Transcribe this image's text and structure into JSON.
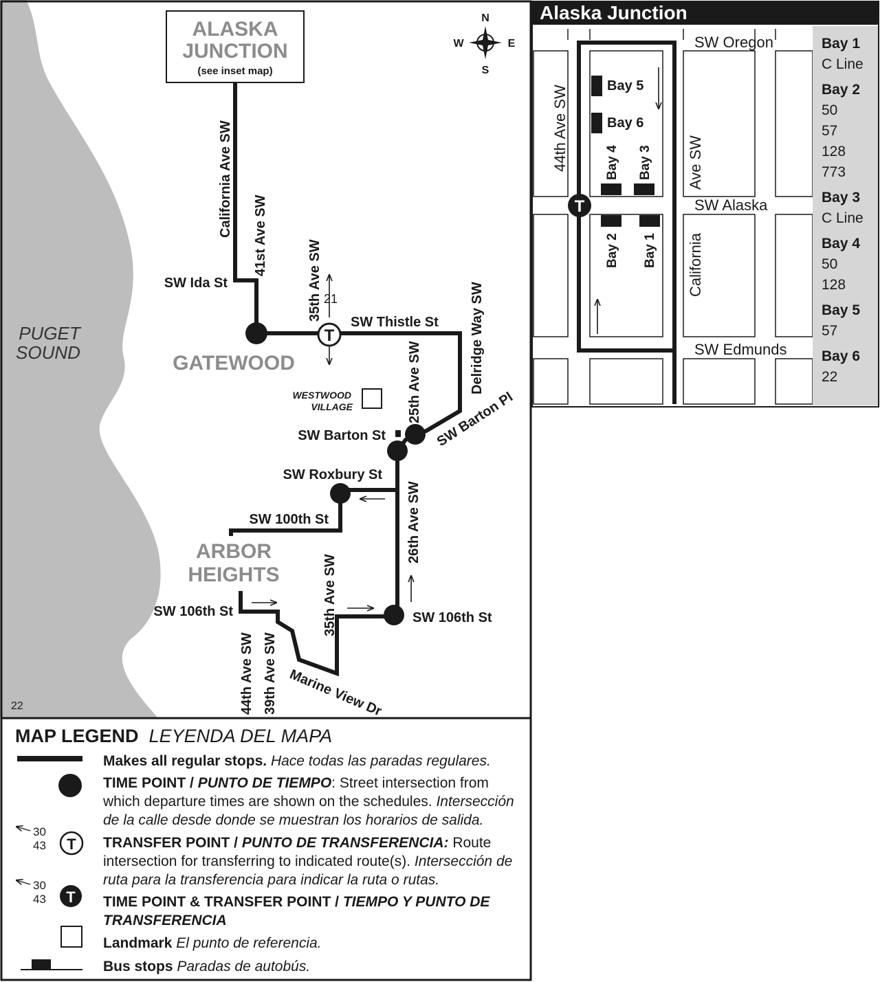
{
  "colors": {
    "ink": "#1a1a1a",
    "water": "#bdbdbd",
    "place": "#8c8c8c",
    "baypanel": "#d6d6d6"
  },
  "main_map": {
    "water_label_1": "PUGET",
    "water_label_2": "SOUND",
    "alaska_box_line1": "ALASKA",
    "alaska_box_line2": "JUNCTION",
    "alaska_box_note": "(see inset map)",
    "compass": {
      "n": "N",
      "s": "S",
      "e": "E",
      "w": "W"
    },
    "places": {
      "gatewood": "GATEWOOD",
      "arbor_1": "ARBOR",
      "arbor_2": "HEIGHTS"
    },
    "landmark_1": "WESTWOOD",
    "landmark_2": "VILLAGE",
    "transfer_route": "21",
    "page_number": "22",
    "streets": {
      "california": "California Ave SW",
      "ave41": "41st Ave SW",
      "ida": "SW Ida St",
      "ave35_top": "35th Ave SW",
      "thistle": "SW Thistle St",
      "delridge": "Delridge Way SW",
      "ave25": "25th Ave SW",
      "barton_st": "SW Barton St",
      "barton_pl": "SW Barton Pl",
      "roxbury": "SW Roxbury St",
      "st100": "SW 100th St",
      "ave26": "26th Ave SW",
      "ave35_bottom": "35th Ave SW",
      "st106_left": "SW 106th St",
      "st106_right": "SW 106th St",
      "ave44": "44th Ave SW",
      "ave39": "39th Ave SW",
      "marine": "Marine View Dr"
    }
  },
  "inset": {
    "title": "Alaska Junction",
    "streets": {
      "oregon": "SW Oregon",
      "alaska": "SW Alaska",
      "edmunds": "SW Edmunds",
      "ave44": "44th Ave SW",
      "california": "California",
      "ave_sw": "Ave SW"
    },
    "bays": [
      "Bay 5",
      "Bay 6",
      "Bay 4",
      "Bay 3",
      "Bay 2",
      "Bay 1"
    ],
    "bay_list": [
      {
        "bay": "Bay 1",
        "routes": [
          "C Line"
        ]
      },
      {
        "bay": "Bay 2",
        "routes": [
          "50",
          "57",
          "128",
          "773"
        ]
      },
      {
        "bay": "Bay 3",
        "routes": [
          "C Line"
        ]
      },
      {
        "bay": "Bay 4",
        "routes": [
          "50",
          "128"
        ]
      },
      {
        "bay": "Bay 5",
        "routes": [
          "57"
        ]
      },
      {
        "bay": "Bay 6",
        "routes": [
          "22"
        ]
      }
    ]
  },
  "legend": {
    "title": "MAP LEGEND",
    "title_es": "LEYENDA DEL MAPA",
    "example_routes": [
      "30",
      "43"
    ],
    "items": [
      {
        "bold": "Makes all regular stops.",
        "italic": "Hace todas las paradas regulares.",
        "plain": "",
        "italic2": ""
      },
      {
        "bold": "TIME POINT /",
        "bold_italic": "PUNTO DE TIEMPO",
        "plain": ": Street intersection from which departure times are shown on the schedules.",
        "italic2": "Intersección de la calle desde donde se muestran los horarios de salida."
      },
      {
        "bold": "TRANSFER POINT /",
        "bold_italic": "PUNTO DE TRANSFERENCIA:",
        "plain": "Route intersection for transferring to indicated route(s).",
        "italic2": "Intersección de ruta para la transferencia para indicar la ruta o rutas."
      },
      {
        "bold": "TIME POINT & TRANSFER POINT /",
        "bold_italic": "TIEMPO Y PUNTO DE TRANSFERENCIA",
        "plain": "",
        "italic2": ""
      },
      {
        "bold": "Landmark",
        "italic": "El punto de referencia.",
        "plain": "",
        "italic2": ""
      },
      {
        "bold": "Bus stops",
        "italic": "Paradas de autobús.",
        "plain": "",
        "italic2": ""
      }
    ]
  }
}
